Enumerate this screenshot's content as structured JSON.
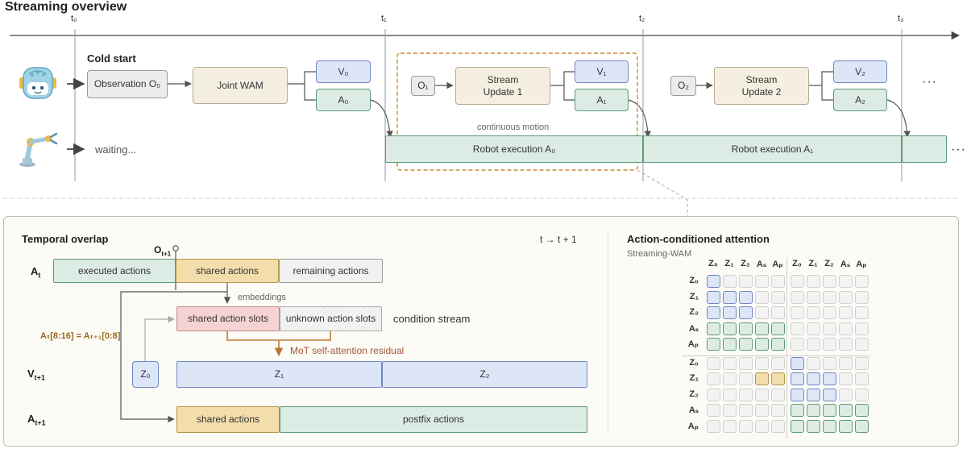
{
  "overview": {
    "title": "Streaming overview",
    "time_labels": [
      "t₀",
      "t₁",
      "t₂",
      "t₃"
    ],
    "cold_start": "Cold start",
    "observation_0": "Observation O₀",
    "joint_wam": "Joint WAM",
    "v0": "V₀",
    "a0": "A₀",
    "o1": "O₁",
    "stream_update_1": "Stream\nUpdate 1",
    "v1": "V₁",
    "a1": "A₁",
    "o2": "O₂",
    "stream_update_2": "Stream\nUpdate 2",
    "v2": "V₂",
    "a2": "A₂",
    "ellipsis": "···",
    "waiting": "waiting...",
    "continuous_motion": "continuous motion",
    "robot_exec_a0": "Robot execution A₀",
    "robot_exec_a1": "Robot execution A₁",
    "icons": [
      "robot-head-icon",
      "robot-arm-icon"
    ]
  },
  "temporal": {
    "title": "Temporal overlap",
    "t_step": "t → t + 1",
    "o_label": "O",
    "o_sub": "t+1",
    "at_label": "A",
    "at_sub": "t",
    "vt1_label": "V",
    "vt1_sub": "t+1",
    "at1_label": "A",
    "at1_sub": "t+1",
    "executed_actions": "executed actions",
    "shared_actions": "shared actions",
    "remaining_actions": "remaining actions",
    "embeddings": "embeddings",
    "shared_action_slots": "shared action slots",
    "unknown_action_slots": "unknown action slots",
    "condition_stream": "condition stream",
    "equation": "Aₜ[8:16] = Aₜ₊₁[0:8]",
    "mot_residual": "MoT self-attention residual",
    "z0": "Z₀",
    "z1": "Z₁",
    "z2": "Z₂",
    "shared_actions_2": "shared actions",
    "postfix_actions": "postfix actions"
  },
  "attention": {
    "title": "Action-conditioned attention",
    "subtitle": "Streaming-WAM",
    "headers": [
      "Z₀",
      "Z₁",
      "Z₂",
      "Aₛ",
      "Aₚ",
      "Z₀",
      "Z₁",
      "Z₂",
      "Aₛ",
      "Aₚ"
    ],
    "rows": [
      "Z₀",
      "Z₁",
      "Z₂",
      "Aₛ",
      "Aₚ",
      "Z₀",
      "Z₁",
      "Z₂",
      "Aₛ",
      "Aₚ"
    ],
    "matrix": [
      "b.........",
      "bbb.......",
      "bbb.......",
      "ggggg.....",
      "ggggg.....",
      ".....b....",
      "...yybbb..",
      ".....bbb..",
      ".....ggggg",
      ".....ggggg"
    ]
  },
  "colors": {
    "blue": "#dde6f7",
    "green": "#dcebe3",
    "yellow": "#f3ddaa",
    "pink": "#f6d3d3",
    "beige": "#f5efe2",
    "orange_dash": "#c98a3a",
    "residual": "#b9772e"
  }
}
